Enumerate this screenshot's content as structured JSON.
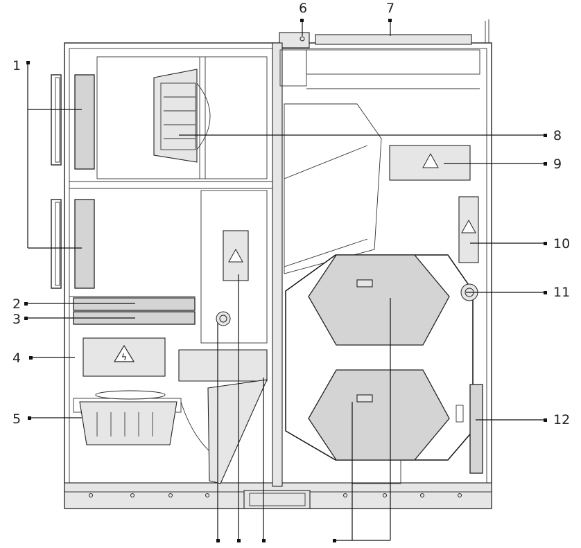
{
  "callouts": [
    {
      "id": "1",
      "label": "1"
    },
    {
      "id": "2",
      "label": "2"
    },
    {
      "id": "3",
      "label": "3"
    },
    {
      "id": "4",
      "label": "4"
    },
    {
      "id": "5",
      "label": "5"
    },
    {
      "id": "6",
      "label": "6"
    },
    {
      "id": "7",
      "label": "7"
    },
    {
      "id": "8",
      "label": "8"
    },
    {
      "id": "9",
      "label": "9"
    },
    {
      "id": "10",
      "label": "10"
    },
    {
      "id": "11",
      "label": "11"
    },
    {
      "id": "12",
      "label": "12"
    }
  ],
  "icons": {
    "warning": "high-voltage-warning-icon"
  }
}
